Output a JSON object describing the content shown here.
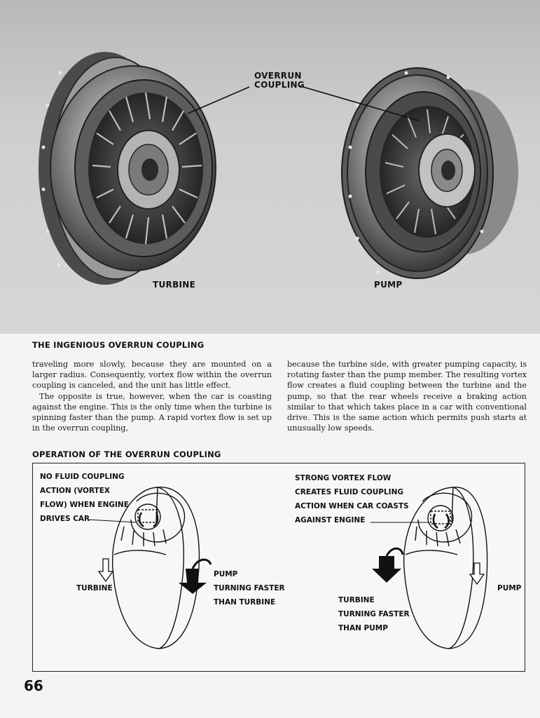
{
  "photo": {
    "callout_label": "OVERRUN\nCOUPLING",
    "turbine_label": "TURBINE",
    "pump_label": "PUMP"
  },
  "section_title": "THE INGENIOUS OVERRUN COUPLING",
  "body": {
    "left_p1": "traveling more slowly, because they are mounted on a larger radius. Consequently, vortex flow within the overrun coupling is canceled, and the unit has little effect.",
    "left_p2": "The opposite is true, however, when the car is coasting against the engine. This is the only time when the turbine is spinning faster than the pump. A rapid vortex flow is set up in the overrun coupling,",
    "right_p1": "because the turbine side, with greater pumping capacity, is rotating faster than the pump member. The resulting vortex flow creates a fluid coupling between the turbine and the pump, so that the rear wheels receive a braking action similar to that which takes place in a car with conventional drive. This is the same action which permits push starts at unusually low speeds."
  },
  "diagram_title": "OPERATION OF THE OVERRUN COUPLING",
  "diagram": {
    "left_caption": "NO FLUID COUPLING\nACTION (VORTEX\nFLOW) WHEN ENGINE\nDRIVES CAR",
    "left_turbine": "TURBINE",
    "left_pump": "PUMP\nTURNING FASTER\nTHAN TURBINE",
    "right_caption": "STRONG VORTEX FLOW\nCREATES FLUID COUPLING\nACTION WHEN CAR COASTS\nAGAINST ENGINE",
    "right_turbine": "TURBINE\nTURNING FASTER\nTHAN PUMP",
    "right_pump": "PUMP"
  },
  "page_number": "66"
}
